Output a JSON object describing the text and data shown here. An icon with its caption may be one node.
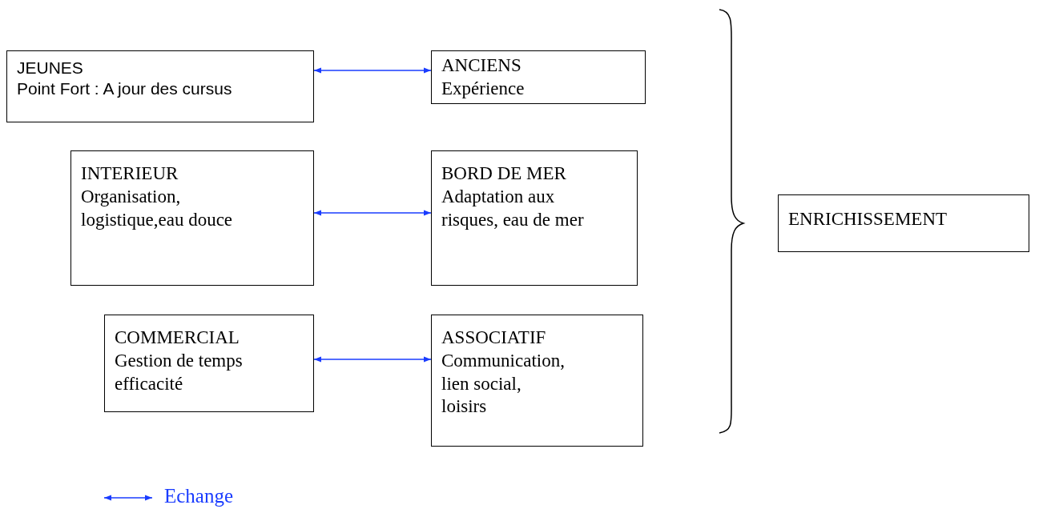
{
  "diagram": {
    "nodes": [
      {
        "text": [
          "JEUNES",
          "Point Fort : A jour des cursus"
        ]
      },
      {
        "text": [
          "ANCIENS",
          "Expérience"
        ]
      },
      {
        "text": [
          "INTERIEUR",
          "Organisation, logistique,eau douce"
        ]
      },
      {
        "text": [
          "BORD DE MER",
          "Adaptation aux risques, eau de mer"
        ]
      },
      {
        "text": [
          "COMMERCIAL",
          "Gestion de temps efficacité"
        ]
      },
      {
        "text": [
          "ASSOCIATIF",
          "Communication, lien social, loisirs"
        ]
      },
      {
        "text": [
          "ENRICHISSEMENT"
        ]
      }
    ],
    "edges": [
      {
        "from": 0,
        "to": 1,
        "arrow": "both"
      },
      {
        "from": 2,
        "to": 3,
        "arrow": "both"
      },
      {
        "from": 4,
        "to": 5,
        "arrow": "both"
      }
    ],
    "legend": [
      {
        "text": "Echange"
      }
    ]
  }
}
